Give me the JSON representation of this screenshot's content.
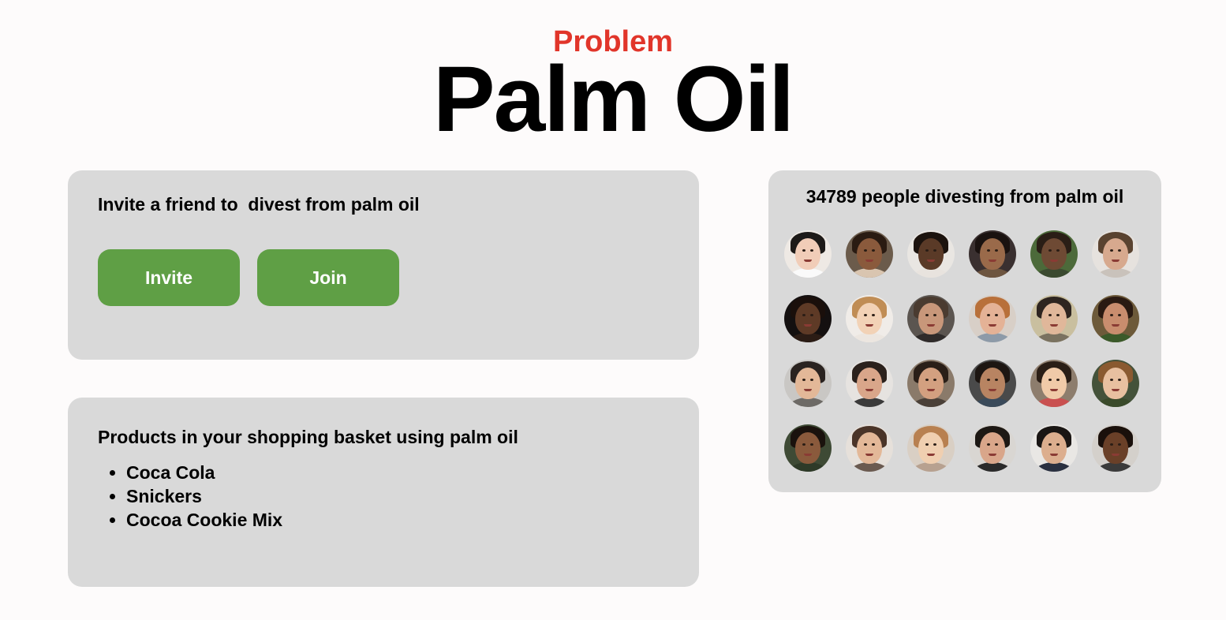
{
  "header": {
    "eyebrow": "Problem",
    "title": "Palm Oil",
    "accent_color": "#e1352a"
  },
  "invite_card": {
    "heading": "Invite a friend to  divest from palm oil",
    "invite_label": "Invite",
    "join_label": "Join",
    "button_color": "#5f9f45"
  },
  "products_card": {
    "heading": "Products in your shopping basket using palm oil",
    "items": [
      "Coca Cola",
      "Snickers",
      "Cocoa Cookie Mix"
    ]
  },
  "people_card": {
    "heading": "34789 people divesting from palm oil",
    "avatars": [
      {
        "name": "person-1-avatar"
      },
      {
        "name": "person-2-avatar"
      },
      {
        "name": "person-3-avatar"
      },
      {
        "name": "person-4-avatar"
      },
      {
        "name": "person-5-avatar"
      },
      {
        "name": "person-6-avatar"
      },
      {
        "name": "person-7-avatar"
      },
      {
        "name": "person-8-avatar"
      },
      {
        "name": "person-9-avatar"
      },
      {
        "name": "person-10-avatar"
      },
      {
        "name": "person-11-avatar"
      },
      {
        "name": "person-12-avatar"
      },
      {
        "name": "person-13-avatar"
      },
      {
        "name": "person-14-avatar"
      },
      {
        "name": "person-15-avatar"
      },
      {
        "name": "person-16-avatar"
      },
      {
        "name": "person-17-avatar"
      },
      {
        "name": "person-18-avatar"
      },
      {
        "name": "person-19-avatar"
      },
      {
        "name": "person-20-avatar"
      },
      {
        "name": "person-21-avatar"
      },
      {
        "name": "person-22-avatar"
      },
      {
        "name": "person-23-avatar"
      },
      {
        "name": "person-24-avatar"
      }
    ]
  }
}
